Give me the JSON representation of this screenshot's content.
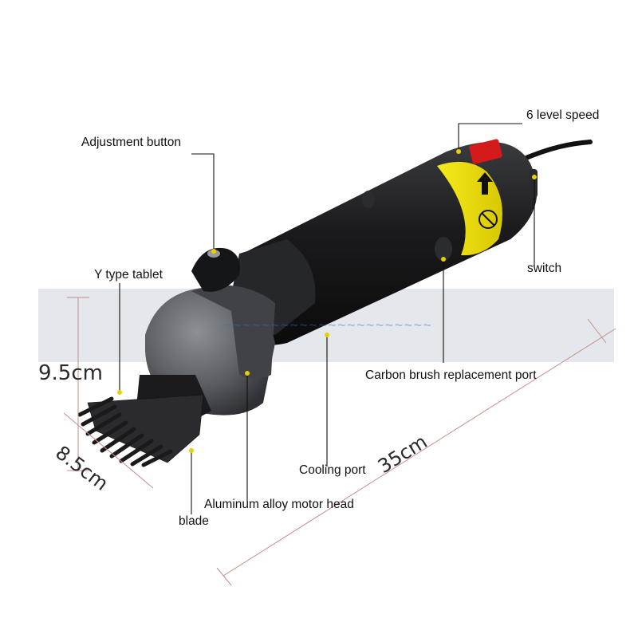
{
  "labels": {
    "speed": "6 level speed",
    "adjustment": "Adjustment button",
    "y_tablet": "Y type tablet",
    "switch": "switch",
    "carbon": "Carbon brush replacement port",
    "cooling": "Cooling port",
    "motor_head": "Aluminum alloy motor head",
    "blade": "blade"
  },
  "dimensions": {
    "height": "9.5cm",
    "width": "8.5cm",
    "length": "35cm"
  },
  "colors": {
    "body": "#1c1c1e",
    "head": "#6e7177",
    "label_band": "#f2e40c",
    "dimension_line": "#c98b8b"
  }
}
